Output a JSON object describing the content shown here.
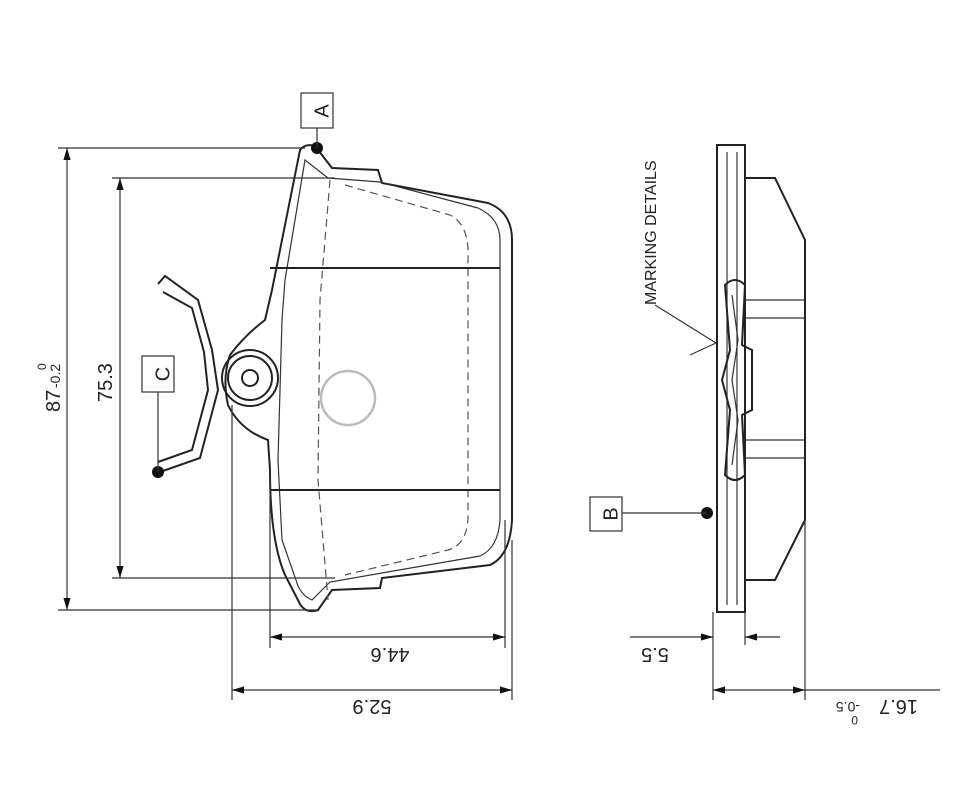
{
  "labels": {
    "a": "A",
    "b": "B",
    "c": "C",
    "marking_details": "MARKING DETAILS"
  },
  "dimensions": {
    "height": {
      "value": "87",
      "upper_tol": "0",
      "lower_tol": "-0.2"
    },
    "inner_height": {
      "value": "75.3"
    },
    "inner_width": {
      "value": "44.6"
    },
    "total_width": {
      "value": "52.9"
    },
    "plate_thickness": {
      "value": "5.5"
    },
    "total_thickness": {
      "value": "16.7",
      "upper_tol": "0",
      "lower_tol": "-0.5"
    }
  },
  "colors": {
    "line": "#222222",
    "watermark": "#bbbbbb"
  }
}
